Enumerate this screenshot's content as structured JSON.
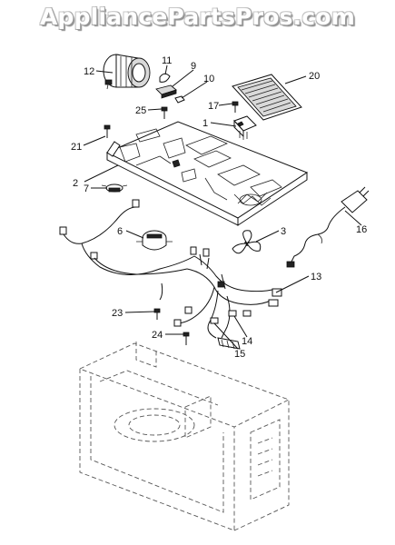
{
  "watermark": "AppliancePartsPros.com",
  "callouts": {
    "c1": "1",
    "c2": "2",
    "c3": "3",
    "c6": "6",
    "c7": "7",
    "c9": "9",
    "c10": "10",
    "c11": "11",
    "c12": "12",
    "c13": "13",
    "c14": "14",
    "c15": "15",
    "c16": "16",
    "c17": "17",
    "c20": "20",
    "c21": "21",
    "c23": "23",
    "c24": "24",
    "c25": "25"
  }
}
